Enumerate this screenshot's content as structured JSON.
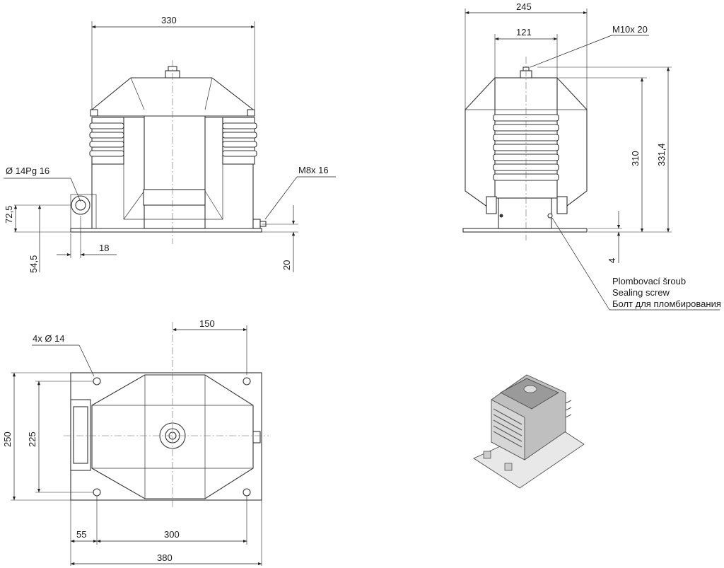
{
  "dimensions": {
    "front_width": "330",
    "side_width": "245",
    "side_inner": "121",
    "terminal_thread": "M10x 20",
    "cable_gland": "Ø 14Pg 16",
    "ground_screw": "M8x 16",
    "height_72": "72,5",
    "height_54": "54,5",
    "offset_18": "18",
    "base_20": "20",
    "height_310": "310",
    "height_331": "331,4",
    "base_4": "4",
    "top_150": "150",
    "holes": "4x  Ø 14",
    "plan_250": "250",
    "plan_225": "225",
    "plan_55": "55",
    "plan_300": "300",
    "plan_380": "380"
  },
  "sealing_note": {
    "cz": "Plombovací šroub",
    "en": "Sealing screw",
    "ru": "Болт для пломбирования"
  }
}
